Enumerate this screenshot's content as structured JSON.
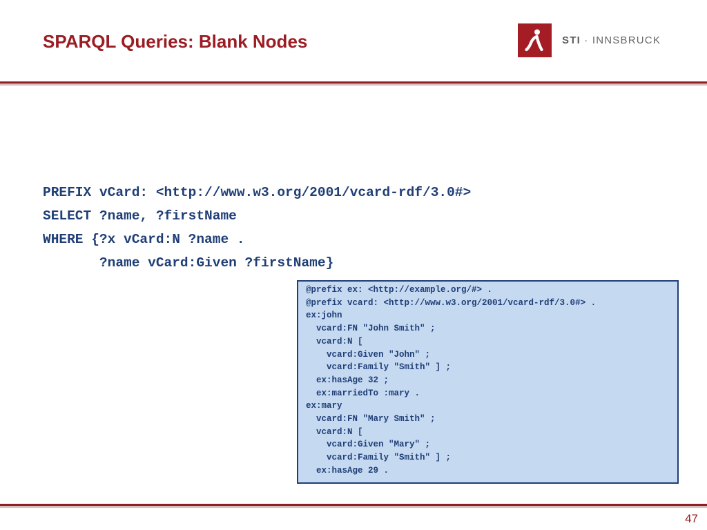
{
  "slide": {
    "title": "SPARQL Queries: Blank Nodes",
    "page_number": "47"
  },
  "logo": {
    "brand": "STI",
    "separator": " · ",
    "location": "INNSBRUCK",
    "mark_color": "#a51d24"
  },
  "query": {
    "lines": [
      "PREFIX vCard: <http://www.w3.org/2001/vcard-rdf/3.0#>",
      "SELECT ?name, ?firstName",
      "WHERE {?x vCard:N ?name .",
      "       ?name vCard:Given ?firstName}"
    ]
  },
  "data_box": {
    "lines": [
      "@prefix ex: <http://example.org/#> .",
      "@prefix vcard: <http://www.w3.org/2001/vcard-rdf/3.0#> .",
      "ex:john",
      "  vcard:FN \"John Smith\" ;",
      "  vcard:N [",
      "    vcard:Given \"John\" ;",
      "    vcard:Family \"Smith\" ] ;",
      "  ex:hasAge 32 ;",
      "  ex:marriedTo :mary .",
      "ex:mary",
      "  vcard:FN \"Mary Smith\" ;",
      "  vcard:N [",
      "    vcard:Given \"Mary\" ;",
      "    vcard:Family \"Smith\" ] ;",
      "  ex:hasAge 29 ."
    ]
  },
  "colors": {
    "title": "#9b1c23",
    "code_text": "#1f3e76",
    "box_fill": "#c5d9f1",
    "rule": "#8f1e22"
  }
}
